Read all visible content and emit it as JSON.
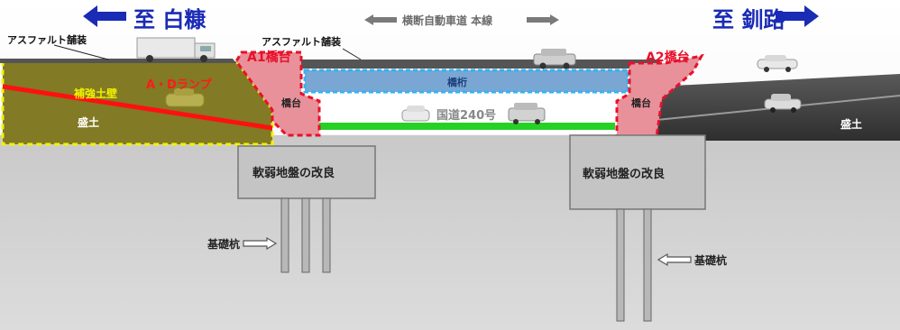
{
  "directions": {
    "left": "至 白糠",
    "right": "至 釧路",
    "center": "横断自動車道 本線"
  },
  "labels": {
    "asphalt_left": "アスファルト舗装",
    "asphalt_center": "アスファルト舗装",
    "a1_abutment": "A1橋台",
    "a2_abutment": "A2橋台",
    "ad_ramp": "A・Dランプ",
    "reinforced_earth": "補強土壁",
    "embankment_left": "盛土",
    "embankment_right": "盛土",
    "girder": "橋桁",
    "abutment_left": "橋台",
    "abutment_right": "橋台",
    "national_route": "国道240号",
    "ground_improvement_left": "軟弱地盤の改良",
    "ground_improvement_right": "軟弱地盤の改良",
    "foundation_pile_left": "基礎杭",
    "foundation_pile_right": "基礎杭"
  },
  "colors": {
    "direction_arrow": "#1a2bb5",
    "abutment_red": "#e8102a",
    "girder_blue": "#7aa6d4",
    "route_green": "#26d126",
    "olive": "#827a24",
    "dark_road": "#4a4a4a",
    "ground": "#d0d0d0"
  }
}
